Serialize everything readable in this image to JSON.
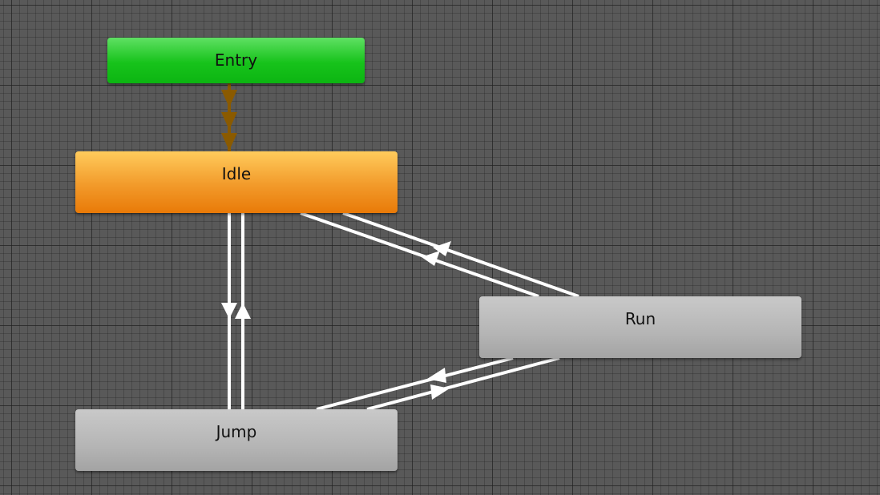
{
  "diagram": {
    "title": "",
    "colors": {
      "background": "#595959",
      "entry_state": "#17c31b",
      "default_state": "#f29a2a",
      "state": "#b5b5b5",
      "entry_transition": "#8a5a00",
      "transition": "#ffffff"
    },
    "states": {
      "entry": {
        "label": "Entry"
      },
      "idle": {
        "label": "Idle"
      },
      "run": {
        "label": "Run"
      },
      "jump": {
        "label": "Jump"
      }
    },
    "transitions": [
      {
        "from": "Entry",
        "to": "Idle"
      },
      {
        "from": "Idle",
        "to": "Jump"
      },
      {
        "from": "Jump",
        "to": "Idle"
      },
      {
        "from": "Idle",
        "to": "Run"
      },
      {
        "from": "Run",
        "to": "Idle"
      },
      {
        "from": "Jump",
        "to": "Run"
      },
      {
        "from": "Run",
        "to": "Jump"
      }
    ]
  }
}
